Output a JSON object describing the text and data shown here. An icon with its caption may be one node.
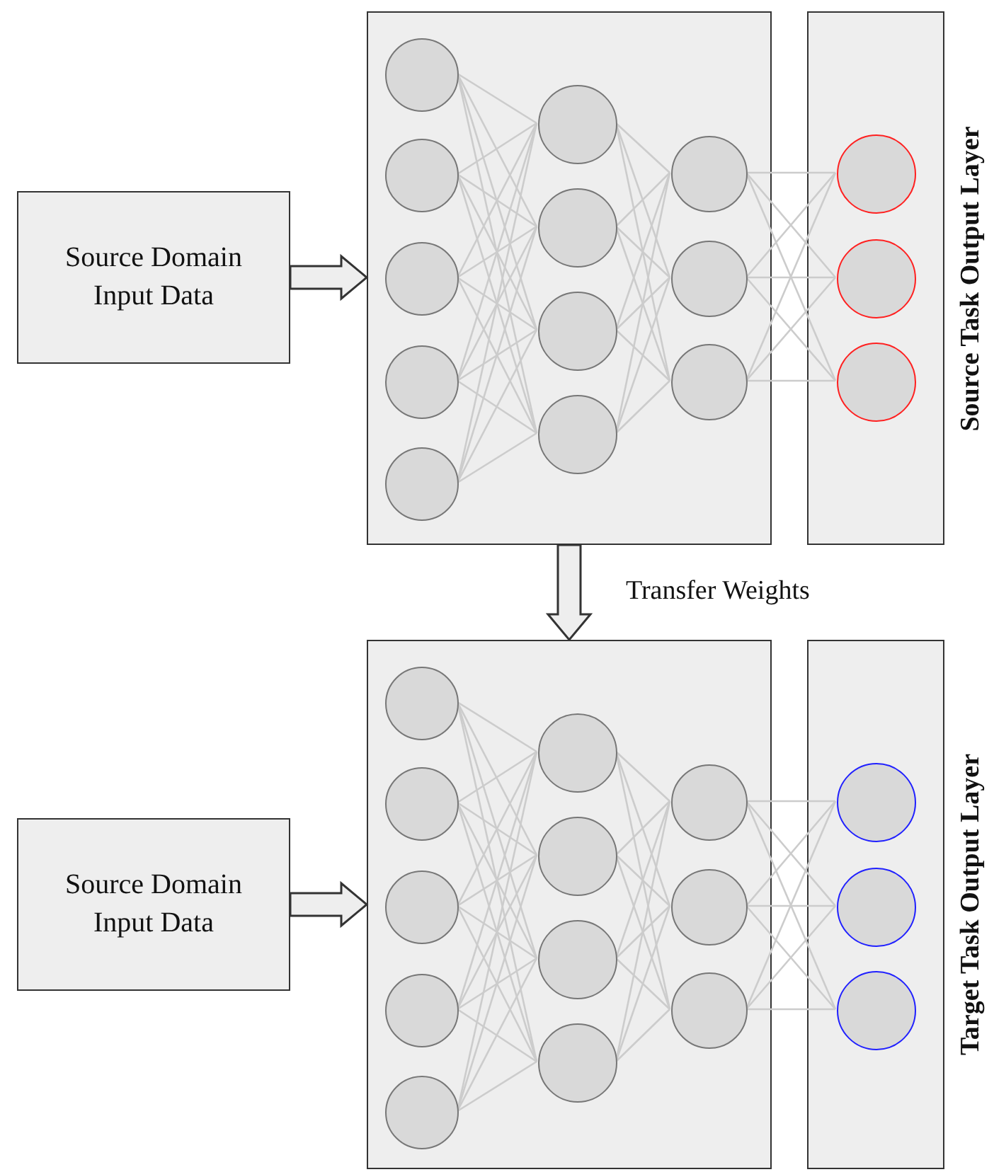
{
  "diagram": {
    "nodes": [
      {
        "text": [
          "Source Domain Input Data"
        ]
      },
      {
        "text": [],
        "shape": "box"
      },
      {
        "text": [
          "Source Task Output Layer"
        ]
      },
      {
        "text": [],
        "shape": "circle",
        "in": 1
      },
      {
        "text": [],
        "shape": "circle",
        "in": 1
      },
      {
        "text": [],
        "shape": "circle",
        "in": 1
      },
      {
        "text": [],
        "shape": "circle",
        "in": 1
      },
      {
        "text": [],
        "shape": "circle",
        "in": 1
      },
      {
        "text": [],
        "shape": "circle",
        "in": 1
      },
      {
        "text": [],
        "shape": "circle",
        "in": 1
      },
      {
        "text": [],
        "shape": "circle",
        "in": 1
      },
      {
        "text": [],
        "shape": "circle",
        "in": 1
      },
      {
        "text": [],
        "shape": "circle",
        "in": 1
      },
      {
        "text": [],
        "shape": "circle",
        "in": 1
      },
      {
        "text": [],
        "shape": "circle",
        "in": 1
      },
      {
        "text": [],
        "shape": "circle",
        "in": 2
      },
      {
        "text": [],
        "shape": "circle",
        "in": 2
      },
      {
        "text": [],
        "shape": "circle",
        "in": 2
      },
      {
        "text": [
          "Source Domain Input Data"
        ]
      },
      {
        "text": [],
        "shape": "box"
      },
      {
        "text": [
          "Target Task Output Layer"
        ]
      },
      {
        "text": [],
        "shape": "circle",
        "in": 19
      },
      {
        "text": [],
        "shape": "circle",
        "in": 19
      },
      {
        "text": [],
        "shape": "circle",
        "in": 19
      },
      {
        "text": [],
        "shape": "circle",
        "in": 19
      },
      {
        "text": [],
        "shape": "circle",
        "in": 19
      },
      {
        "text": [],
        "shape": "circle",
        "in": 19
      },
      {
        "text": [],
        "shape": "circle",
        "in": 19
      },
      {
        "text": [],
        "shape": "circle",
        "in": 19
      },
      {
        "text": [],
        "shape": "circle",
        "in": 19
      },
      {
        "text": [],
        "shape": "circle",
        "in": 19
      },
      {
        "text": [],
        "shape": "circle",
        "in": 19
      },
      {
        "text": [],
        "shape": "circle",
        "in": 19
      },
      {
        "text": [],
        "shape": "circle",
        "in": 20
      },
      {
        "text": [],
        "shape": "circle",
        "in": 20
      },
      {
        "text": [],
        "shape": "circle",
        "in": 20
      }
    ],
    "edges": [
      {
        "from": 0,
        "to": 1,
        "arrow": "to",
        "style": "thick"
      },
      {
        "from": 1,
        "to": 19,
        "arrow": "to",
        "style": "thick",
        "label": "Transfer Weights"
      },
      {
        "from": 18,
        "to": 19,
        "arrow": "to",
        "style": "thick"
      },
      {
        "from": 3,
        "to": 8,
        "arrow": "none"
      },
      {
        "from": 3,
        "to": 9,
        "arrow": "none"
      },
      {
        "from": 3,
        "to": 10,
        "arrow": "none"
      },
      {
        "from": 3,
        "to": 11,
        "arrow": "none"
      },
      {
        "from": 4,
        "to": 8,
        "arrow": "none"
      },
      {
        "from": 4,
        "to": 9,
        "arrow": "none"
      },
      {
        "from": 4,
        "to": 10,
        "arrow": "none"
      },
      {
        "from": 4,
        "to": 11,
        "arrow": "none"
      },
      {
        "from": 5,
        "to": 8,
        "arrow": "none"
      },
      {
        "from": 5,
        "to": 9,
        "arrow": "none"
      },
      {
        "from": 5,
        "to": 10,
        "arrow": "none"
      },
      {
        "from": 5,
        "to": 11,
        "arrow": "none"
      },
      {
        "from": 6,
        "to": 8,
        "arrow": "none"
      },
      {
        "from": 6,
        "to": 9,
        "arrow": "none"
      },
      {
        "from": 6,
        "to": 10,
        "arrow": "none"
      },
      {
        "from": 6,
        "to": 11,
        "arrow": "none"
      },
      {
        "from": 7,
        "to": 8,
        "arrow": "none"
      },
      {
        "from": 7,
        "to": 9,
        "arrow": "none"
      },
      {
        "from": 7,
        "to": 10,
        "arrow": "none"
      },
      {
        "from": 7,
        "to": 11,
        "arrow": "none"
      },
      {
        "from": 8,
        "to": 12,
        "arrow": "none"
      },
      {
        "from": 8,
        "to": 13,
        "arrow": "none"
      },
      {
        "from": 8,
        "to": 14,
        "arrow": "none"
      },
      {
        "from": 9,
        "to": 12,
        "arrow": "none"
      },
      {
        "from": 9,
        "to": 13,
        "arrow": "none"
      },
      {
        "from": 9,
        "to": 14,
        "arrow": "none"
      },
      {
        "from": 10,
        "to": 12,
        "arrow": "none"
      },
      {
        "from": 10,
        "to": 13,
        "arrow": "none"
      },
      {
        "from": 10,
        "to": 14,
        "arrow": "none"
      },
      {
        "from": 11,
        "to": 12,
        "arrow": "none"
      },
      {
        "from": 11,
        "to": 13,
        "arrow": "none"
      },
      {
        "from": 11,
        "to": 14,
        "arrow": "none"
      },
      {
        "from": 12,
        "to": 15,
        "arrow": "none"
      },
      {
        "from": 12,
        "to": 16,
        "arrow": "none"
      },
      {
        "from": 12,
        "to": 17,
        "arrow": "none"
      },
      {
        "from": 13,
        "to": 15,
        "arrow": "none"
      },
      {
        "from": 13,
        "to": 16,
        "arrow": "none"
      },
      {
        "from": 13,
        "to": 17,
        "arrow": "none"
      },
      {
        "from": 14,
        "to": 15,
        "arrow": "none"
      },
      {
        "from": 14,
        "to": 16,
        "arrow": "none"
      },
      {
        "from": 14,
        "to": 17,
        "arrow": "none"
      },
      {
        "from": 21,
        "to": 26,
        "arrow": "none"
      },
      {
        "from": 21,
        "to": 27,
        "arrow": "none"
      },
      {
        "from": 21,
        "to": 28,
        "arrow": "none"
      },
      {
        "from": 21,
        "to": 29,
        "arrow": "none"
      },
      {
        "from": 22,
        "to": 26,
        "arrow": "none"
      },
      {
        "from": 22,
        "to": 27,
        "arrow": "none"
      },
      {
        "from": 22,
        "to": 28,
        "arrow": "none"
      },
      {
        "from": 22,
        "to": 29,
        "arrow": "none"
      },
      {
        "from": 23,
        "to": 26,
        "arrow": "none"
      },
      {
        "from": 23,
        "to": 27,
        "arrow": "none"
      },
      {
        "from": 23,
        "to": 28,
        "arrow": "none"
      },
      {
        "from": 23,
        "to": 29,
        "arrow": "none"
      },
      {
        "from": 24,
        "to": 26,
        "arrow": "none"
      },
      {
        "from": 24,
        "to": 27,
        "arrow": "none"
      },
      {
        "from": 24,
        "to": 28,
        "arrow": "none"
      },
      {
        "from": 24,
        "to": 29,
        "arrow": "none"
      },
      {
        "from": 25,
        "to": 26,
        "arrow": "none"
      },
      {
        "from": 25,
        "to": 27,
        "arrow": "none"
      },
      {
        "from": 25,
        "to": 28,
        "arrow": "none"
      },
      {
        "from": 25,
        "to": 29,
        "arrow": "none"
      },
      {
        "from": 26,
        "to": 30,
        "arrow": "none"
      },
      {
        "from": 26,
        "to": 31,
        "arrow": "none"
      },
      {
        "from": 26,
        "to": 32,
        "arrow": "none"
      },
      {
        "from": 27,
        "to": 30,
        "arrow": "none"
      },
      {
        "from": 27,
        "to": 31,
        "arrow": "none"
      },
      {
        "from": 27,
        "to": 32,
        "arrow": "none"
      },
      {
        "from": 28,
        "to": 30,
        "arrow": "none"
      },
      {
        "from": 28,
        "to": 31,
        "arrow": "none"
      },
      {
        "from": 28,
        "to": 32,
        "arrow": "none"
      },
      {
        "from": 29,
        "to": 30,
        "arrow": "none"
      },
      {
        "from": 29,
        "to": 31,
        "arrow": "none"
      },
      {
        "from": 29,
        "to": 32,
        "arrow": "none"
      },
      {
        "from": 30,
        "to": 33,
        "arrow": "none"
      },
      {
        "from": 30,
        "to": 34,
        "arrow": "none"
      },
      {
        "from": 30,
        "to": 35,
        "arrow": "none"
      },
      {
        "from": 31,
        "to": 33,
        "arrow": "none"
      },
      {
        "from": 31,
        "to": 34,
        "arrow": "none"
      },
      {
        "from": 31,
        "to": 35,
        "arrow": "none"
      },
      {
        "from": 32,
        "to": 33,
        "arrow": "none"
      },
      {
        "from": 32,
        "to": 34,
        "arrow": "none"
      },
      {
        "from": 32,
        "to": 35,
        "arrow": "none"
      }
    ]
  }
}
